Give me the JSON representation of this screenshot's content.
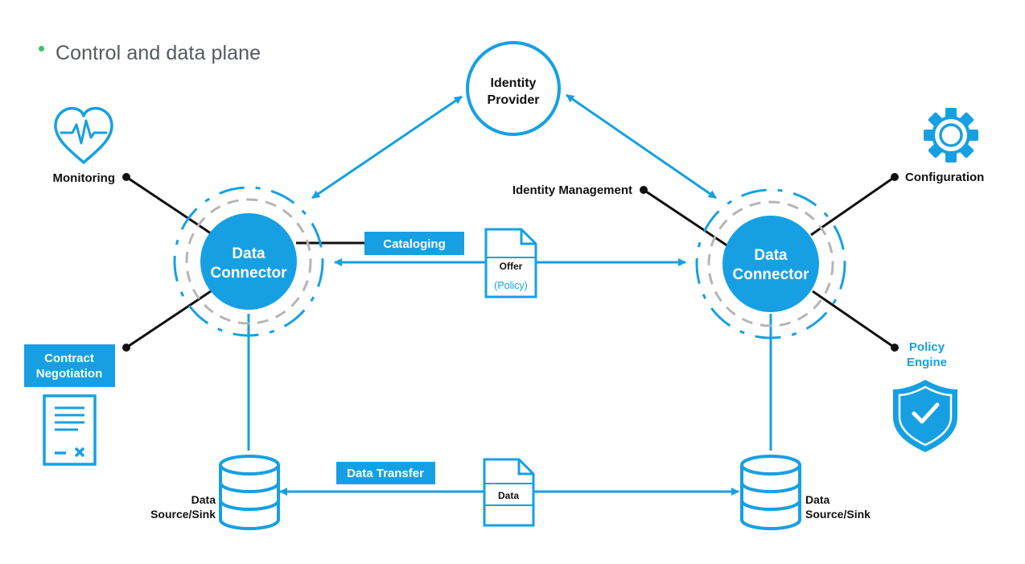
{
  "bullet": {
    "text": "Control and data plane"
  },
  "identity_provider": {
    "line1": "Identity",
    "line2": "Provider"
  },
  "connector_left": {
    "line1": "Data",
    "line2": "Connector"
  },
  "connector_right": {
    "line1": "Data",
    "line2": "Connector"
  },
  "labels": {
    "monitoring": "Monitoring",
    "identity_management": "Identity Management",
    "configuration": "Configuration",
    "policy_engine_line1": "Policy",
    "policy_engine_line2": "Engine",
    "contract_line1": "Contract",
    "contract_line2": "Negotiation",
    "cataloging": "Cataloging",
    "data_transfer": "Data Transfer"
  },
  "documents": {
    "offer_title": "Offer",
    "offer_sub": "(Policy)",
    "data_title": "Data"
  },
  "sources": {
    "left_line1": "Data",
    "left_line2": "Source/Sink",
    "right_line1": "Data",
    "right_line2": "Source/Sink"
  },
  "icons": {
    "monitoring": "heart-pulse-icon",
    "configuration": "gear-icon",
    "policy_engine": "shield-check-icon",
    "contract": "contract-document-icon",
    "data_store": "database-icon"
  },
  "colors": {
    "brand_blue": "#16a0e3",
    "dark_line": "#111111",
    "dash_gray": "#b5b5b5",
    "bullet_green": "#3dbf6e",
    "text_gray": "#555a60"
  }
}
